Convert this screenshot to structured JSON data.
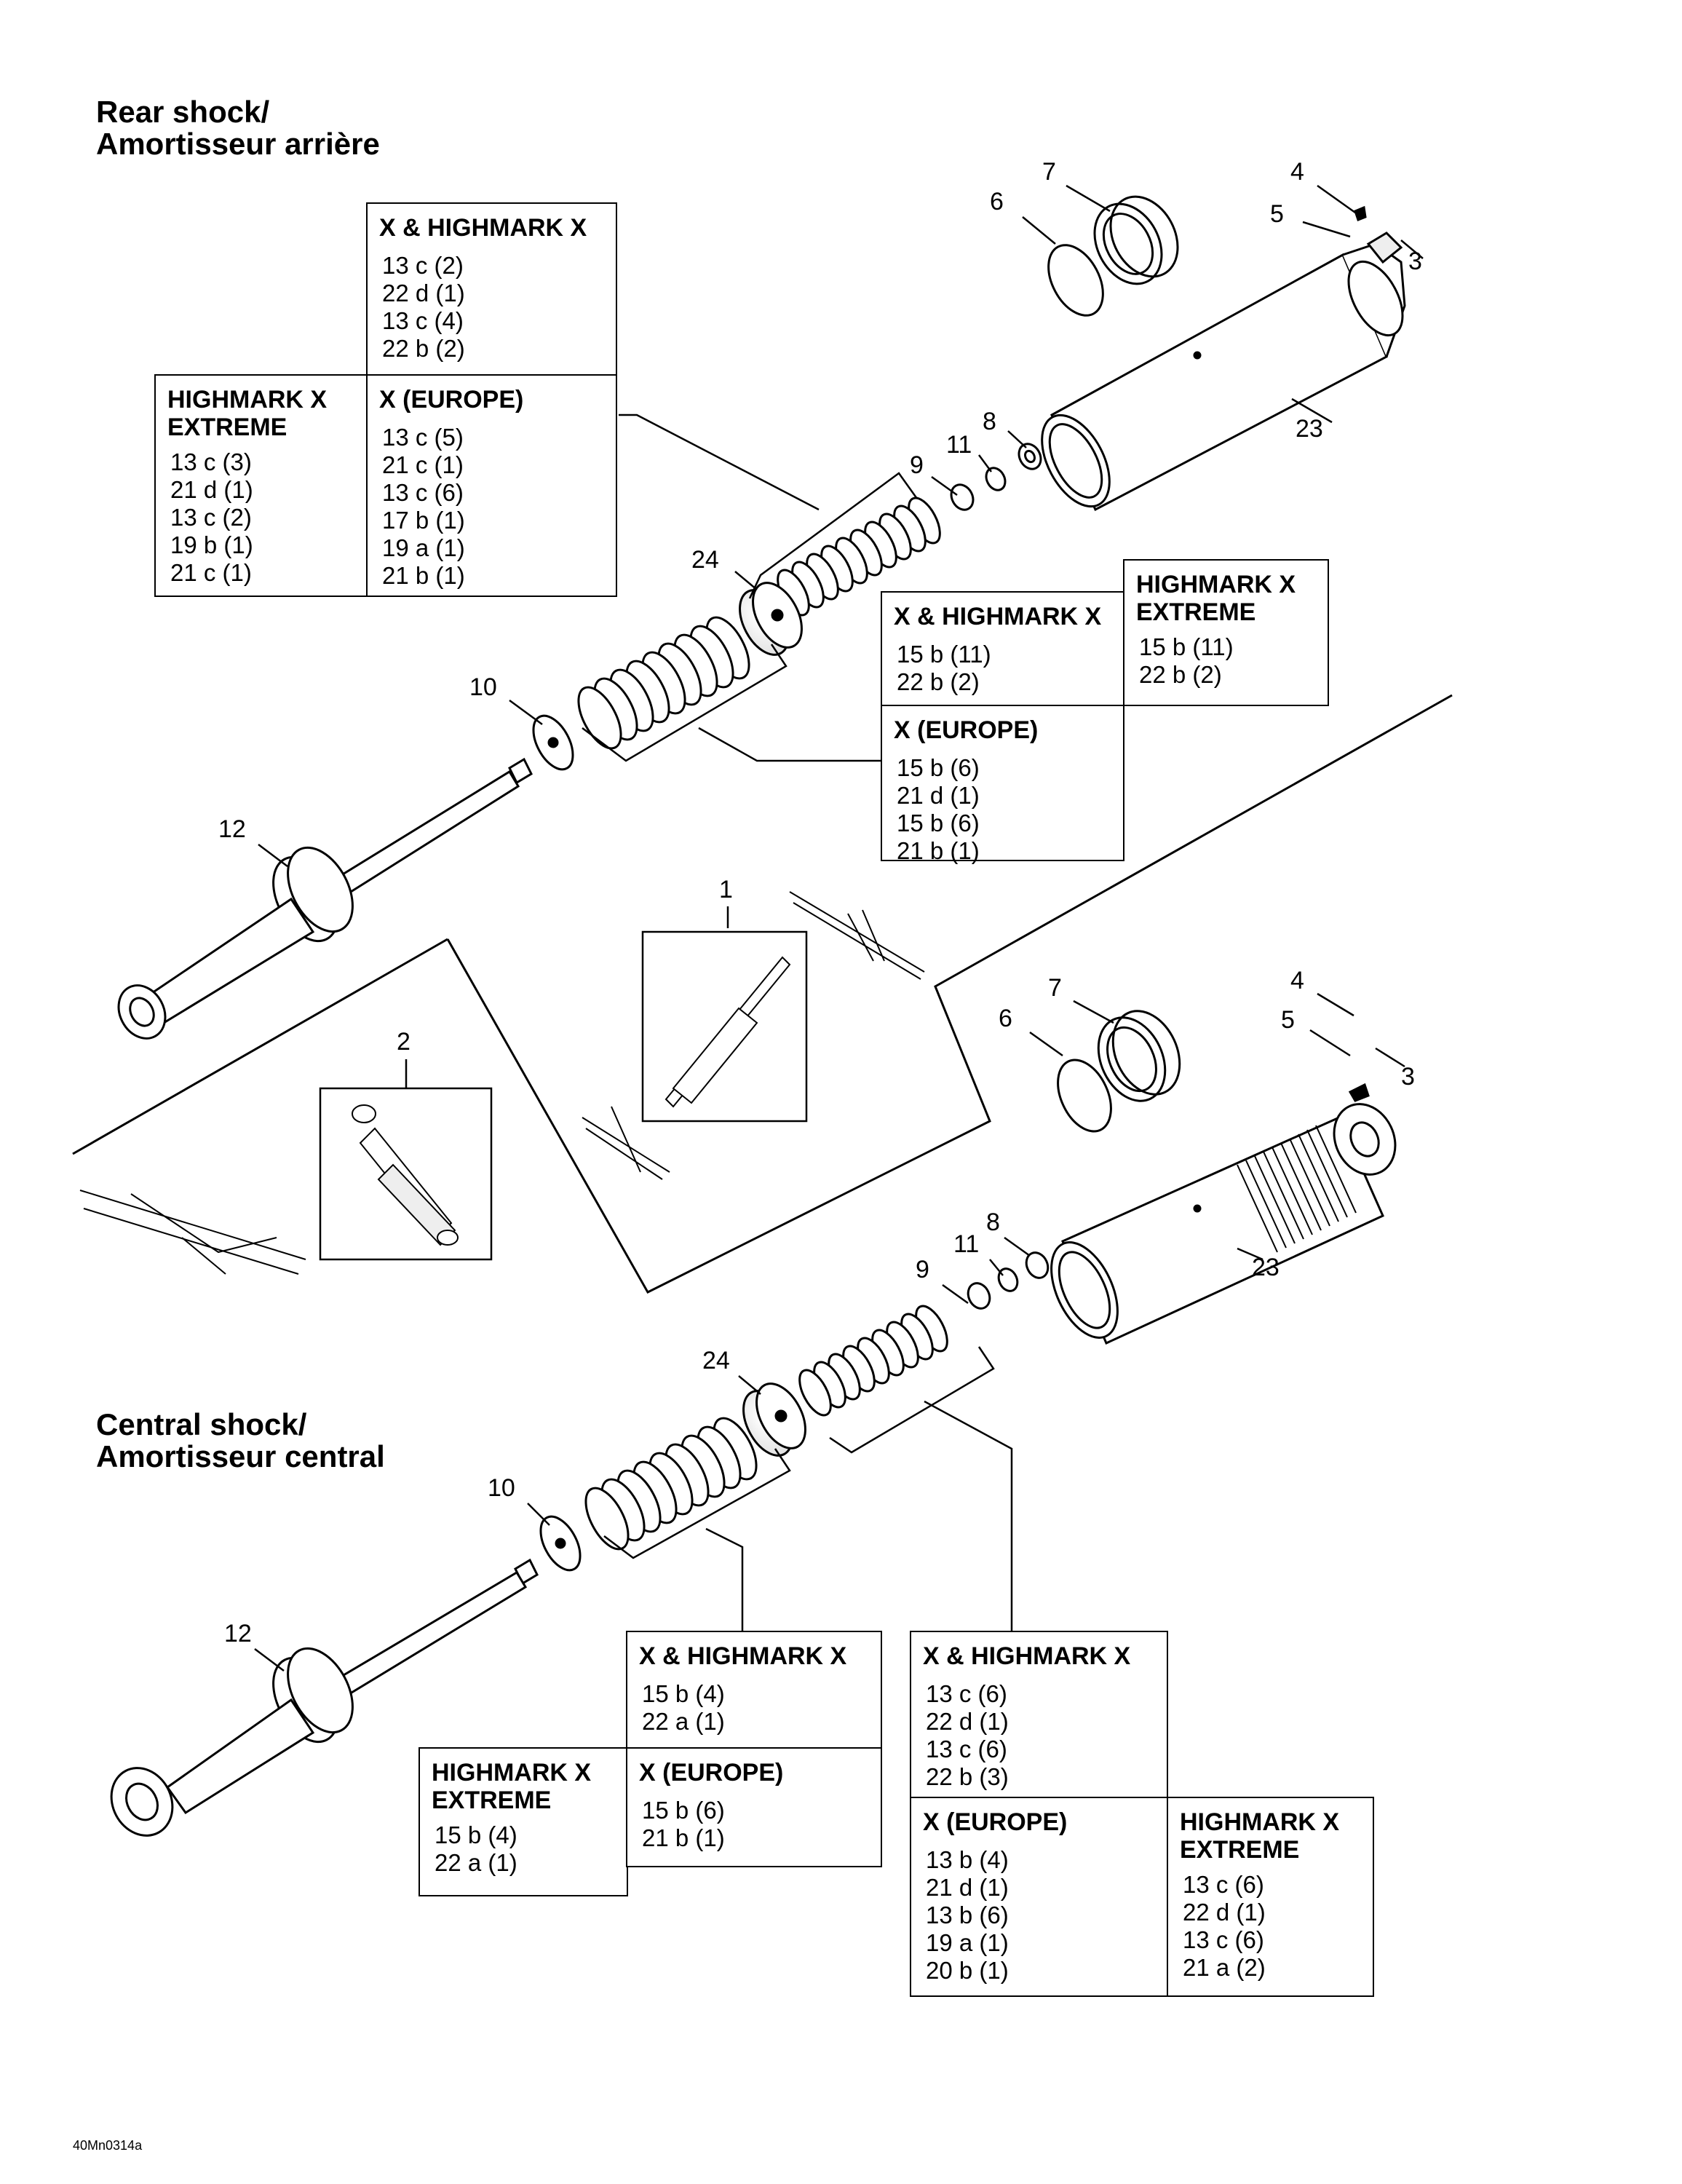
{
  "titles": {
    "rear": [
      "Rear shock/",
      "Amortisseur arrière"
    ],
    "central": [
      "Central shock/",
      "Amortisseur central"
    ]
  },
  "callouts_rear": [
    "1",
    "2",
    "3",
    "4",
    "5",
    "6",
    "7",
    "8",
    "9",
    "10",
    "11",
    "12",
    "23",
    "24"
  ],
  "callouts_central": [
    "3",
    "4",
    "5",
    "6",
    "7",
    "8",
    "9",
    "10",
    "11",
    "12",
    "23",
    "24"
  ],
  "boxes": {
    "rear_top_xhx": {
      "head": [
        "X & HIGHMARK X"
      ],
      "lines": [
        "13 c (2)",
        "22 d (1)",
        "13 c (4)",
        "22 b (2)"
      ]
    },
    "rear_top_hxe": {
      "head": [
        "HIGHMARK X",
        "EXTREME"
      ],
      "lines": [
        "13 c (3)",
        "21 d (1)",
        "13 c (2)",
        "19 b (1)",
        "21 c (1)"
      ]
    },
    "rear_top_eu": {
      "head": [
        "X (EUROPE)"
      ],
      "lines": [
        "13 c (5)",
        "21 c (1)",
        "13 c (6)",
        "17 b (1)",
        "19 a (1)",
        "21 b (1)"
      ]
    },
    "rear_bot_xhx": {
      "head": [
        "X & HIGHMARK X"
      ],
      "lines": [
        "15 b (11)",
        "22 b (2)"
      ]
    },
    "rear_bot_hxe": {
      "head": [
        "HIGHMARK X",
        "EXTREME"
      ],
      "lines": [
        "15 b (11)",
        "22 b (2)"
      ]
    },
    "rear_bot_eu": {
      "head": [
        "X (EUROPE)"
      ],
      "lines": [
        "15 b (6)",
        "21 d (1)",
        "15 b (6)",
        "21 b (1)"
      ]
    },
    "cen_left_xhx": {
      "head": [
        "X & HIGHMARK X"
      ],
      "lines": [
        "15 b (4)",
        "22 a (1)"
      ]
    },
    "cen_left_hxe": {
      "head": [
        "HIGHMARK X",
        "EXTREME"
      ],
      "lines": [
        "15 b (4)",
        "22 a (1)"
      ]
    },
    "cen_left_eu": {
      "head": [
        "X (EUROPE)"
      ],
      "lines": [
        "15 b (6)",
        "21 b (1)"
      ]
    },
    "cen_right_xhx": {
      "head": [
        "X & HIGHMARK X"
      ],
      "lines": [
        "13 c (6)",
        "22 d (1)",
        "13 c (6)",
        "22 b (3)"
      ]
    },
    "cen_right_eu": {
      "head": [
        "X (EUROPE)"
      ],
      "lines": [
        "13 b (4)",
        "21 d (1)",
        "13 b (6)",
        "19 a (1)",
        "20 b (1)"
      ]
    },
    "cen_right_hxe": {
      "head": [
        "HIGHMARK X",
        "EXTREME"
      ],
      "lines": [
        "13 c (6)",
        "22 d (1)",
        "13 c (6)",
        "21 a (2)"
      ]
    }
  },
  "figure_id": "40Mn0314a"
}
